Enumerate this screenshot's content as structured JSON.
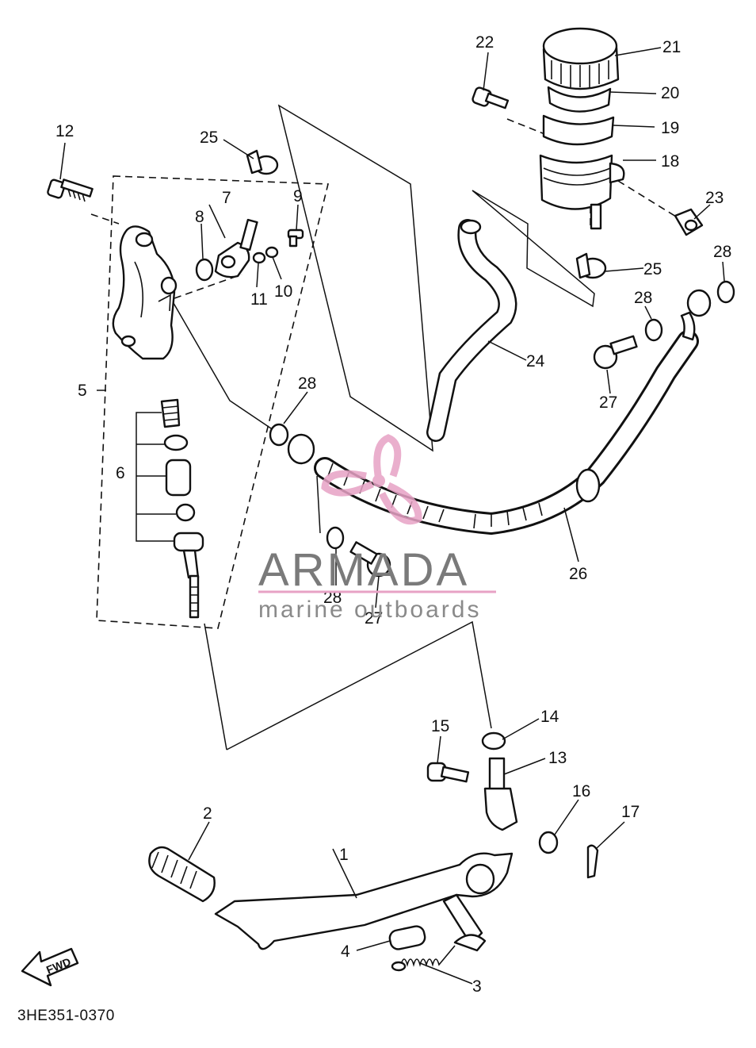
{
  "diagram": {
    "document_id": "3HE351-0370",
    "fwd_label": "FWD",
    "watermark": {
      "brand": "ARMADA",
      "tagline": "marine outboards",
      "brand_color": "#e7a2c5"
    },
    "callouts": [
      {
        "id": "c1",
        "label": "1"
      },
      {
        "id": "c2",
        "label": "2"
      },
      {
        "id": "c3",
        "label": "3"
      },
      {
        "id": "c4",
        "label": "4"
      },
      {
        "id": "c5",
        "label": "5"
      },
      {
        "id": "c6",
        "label": "6"
      },
      {
        "id": "c7",
        "label": "7"
      },
      {
        "id": "c8",
        "label": "8"
      },
      {
        "id": "c9",
        "label": "9"
      },
      {
        "id": "c10",
        "label": "10"
      },
      {
        "id": "c11",
        "label": "11"
      },
      {
        "id": "c12",
        "label": "12"
      },
      {
        "id": "c13",
        "label": "13"
      },
      {
        "id": "c14",
        "label": "14"
      },
      {
        "id": "c15",
        "label": "15"
      },
      {
        "id": "c16",
        "label": "16"
      },
      {
        "id": "c17",
        "label": "17"
      },
      {
        "id": "c18",
        "label": "18"
      },
      {
        "id": "c19",
        "label": "19"
      },
      {
        "id": "c20",
        "label": "20"
      },
      {
        "id": "c21",
        "label": "21"
      },
      {
        "id": "c22",
        "label": "22"
      },
      {
        "id": "c23",
        "label": "23"
      },
      {
        "id": "c24",
        "label": "24"
      },
      {
        "id": "c25a",
        "label": "25"
      },
      {
        "id": "c25b",
        "label": "25"
      },
      {
        "id": "c26",
        "label": "26"
      },
      {
        "id": "c27a",
        "label": "27"
      },
      {
        "id": "c27b",
        "label": "27"
      },
      {
        "id": "c28a",
        "label": "28"
      },
      {
        "id": "c28b",
        "label": "28"
      },
      {
        "id": "c28c",
        "label": "28"
      },
      {
        "id": "c28d",
        "label": "28"
      }
    ]
  }
}
